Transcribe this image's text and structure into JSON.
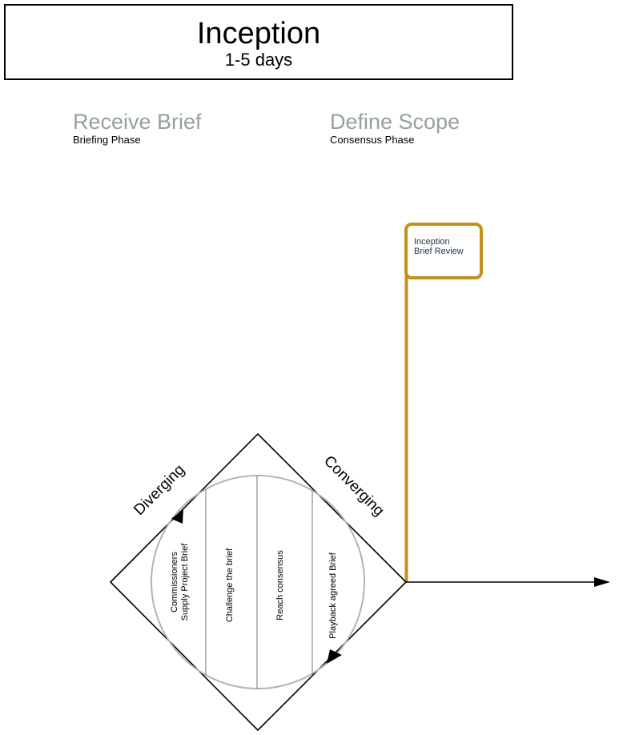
{
  "header": {
    "title": "Inception",
    "duration": "1-5 days"
  },
  "phases": [
    {
      "title": "Receive Brief",
      "subtitle": "Briefing Phase"
    },
    {
      "title": "Define Scope",
      "subtitle": "Consensus Phase"
    }
  ],
  "review": {
    "line1": "Inception",
    "line2": "Brief Review"
  },
  "diamond": {
    "left_label": "Diverging",
    "right_label": "Converging",
    "steps": {
      "step1_line1": "Commissioners",
      "step1_line2": "Supply Project Brief",
      "step2": "Challenge the brief",
      "step3": "Reach consensus",
      "step4": "Playback agreed Brief"
    }
  },
  "colors": {
    "accent": "#c0921a",
    "phase_title": "#95a0a0",
    "circle": "#b3b3b3"
  }
}
